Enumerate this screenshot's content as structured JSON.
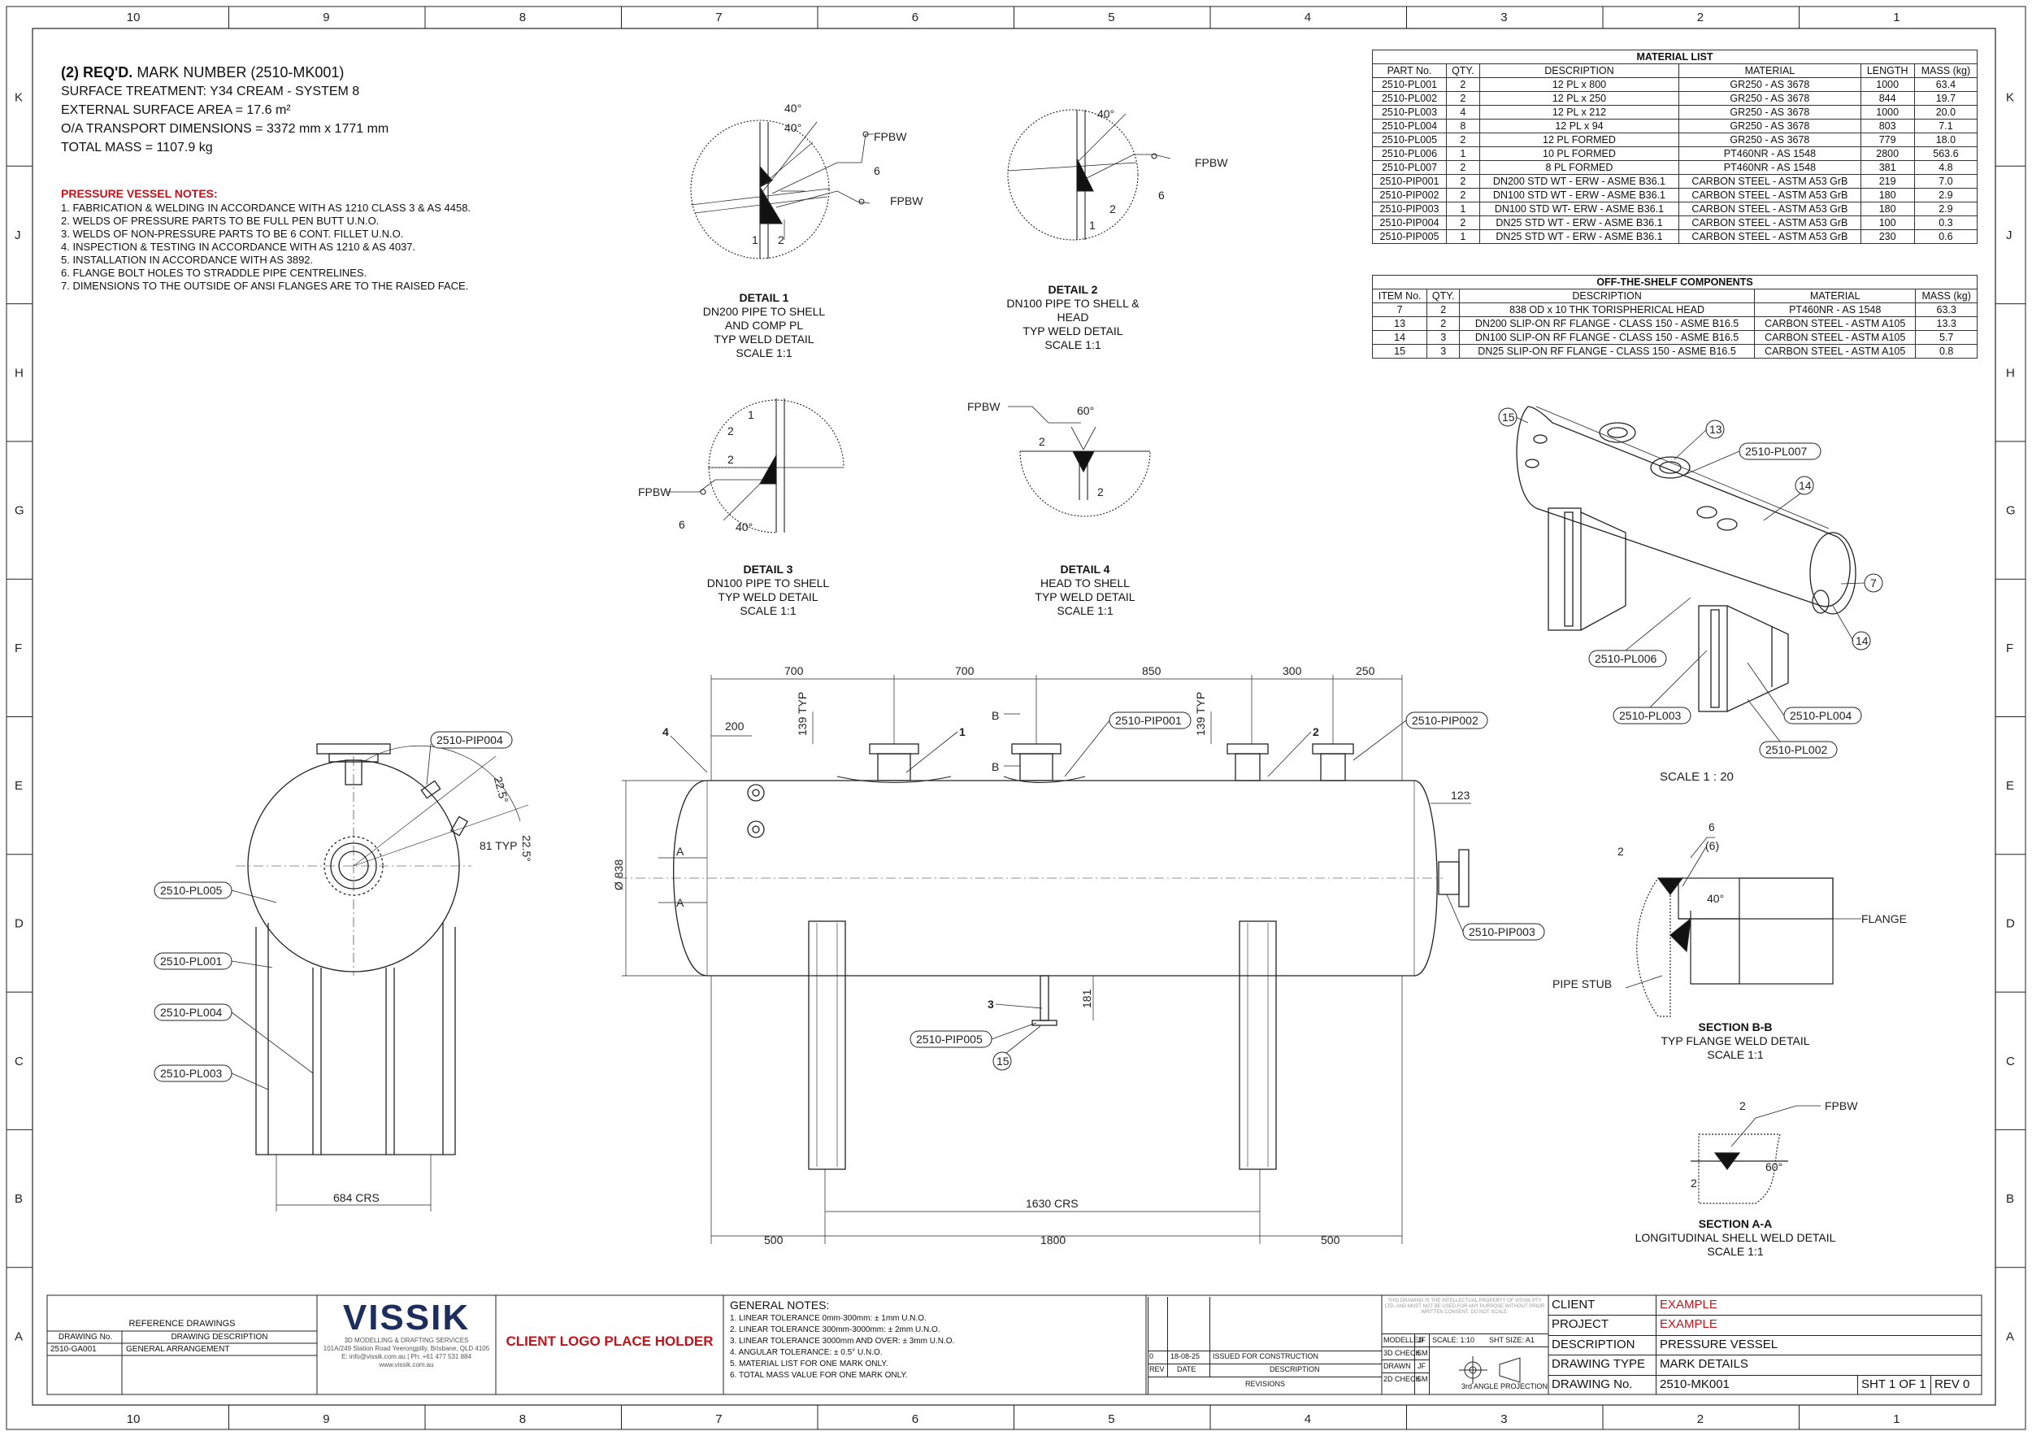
{
  "zone_cols": [
    "10",
    "9",
    "8",
    "7",
    "6",
    "5",
    "4",
    "3",
    "2",
    "1"
  ],
  "zone_rows": [
    "K",
    "J",
    "H",
    "G",
    "F",
    "E",
    "D",
    "C",
    "B",
    "A"
  ],
  "header": {
    "title_bold": "(2) REQ'D.",
    "title_rest": "MARK NUMBER (2510-MK001)",
    "lines": [
      "SURFACE TREATMENT: Y34 CREAM - SYSTEM 8",
      "EXTERNAL SURFACE AREA = 17.6 m²",
      "O/A TRANSPORT DIMENSIONS = 3372 mm x 1771 mm",
      "TOTAL MASS = 1107.9 kg"
    ]
  },
  "pv_notes": {
    "title": "PRESSURE VESSEL NOTES:",
    "items": [
      "1. FABRICATION & WELDING IN ACCORDANCE WITH AS 1210 CLASS 3 & AS 4458.",
      "2. WELDS OF PRESSURE PARTS TO BE FULL PEN BUTT U.N.O.",
      "3. WELDS OF NON-PRESSURE PARTS TO BE 6 CONT. FILLET U.N.O.",
      "4. INSPECTION & TESTING IN ACCORDANCE WITH AS 1210 & AS 4037.",
      "5. INSTALLATION IN ACCORDANCE WITH AS 3892.",
      "6. FLANGE BOLT HOLES TO STRADDLE PIPE CENTRELINES.",
      "7. DIMENSIONS TO THE OUTSIDE OF ANSI FLANGES ARE TO THE RAISED FACE."
    ]
  },
  "material_list": {
    "caption": "MATERIAL LIST",
    "headers": [
      "PART No.",
      "QTY.",
      "DESCRIPTION",
      "MATERIAL",
      "LENGTH",
      "MASS (kg)"
    ],
    "rows": [
      [
        "2510-PL001",
        "2",
        "12 PL x 800",
        "GR250 - AS 3678",
        "1000",
        "63.4"
      ],
      [
        "2510-PL002",
        "2",
        "12 PL x 250",
        "GR250 - AS 3678",
        "844",
        "19.7"
      ],
      [
        "2510-PL003",
        "4",
        "12 PL x 212",
        "GR250 - AS 3678",
        "1000",
        "20.0"
      ],
      [
        "2510-PL004",
        "8",
        "12 PL x 94",
        "GR250 - AS 3678",
        "803",
        "7.1"
      ],
      [
        "2510-PL005",
        "2",
        "12 PL FORMED",
        "GR250 - AS 3678",
        "779",
        "18.0"
      ],
      [
        "2510-PL006",
        "1",
        "10 PL FORMED",
        "PT460NR - AS 1548",
        "2800",
        "563.6"
      ],
      [
        "2510-PL007",
        "2",
        "8 PL FORMED",
        "PT460NR - AS 1548",
        "381",
        "4.8"
      ],
      [
        "2510-PIP001",
        "2",
        "DN200 STD WT - ERW - ASME B36.1",
        "CARBON STEEL - ASTM A53 GrB",
        "219",
        "7.0"
      ],
      [
        "2510-PIP002",
        "2",
        "DN100 STD WT - ERW - ASME B36.1",
        "CARBON STEEL - ASTM A53 GrB",
        "180",
        "2.9"
      ],
      [
        "2510-PIP003",
        "1",
        "DN100 STD WT- ERW - ASME B36.1",
        "CARBON STEEL - ASTM A53 GrB",
        "180",
        "2.9"
      ],
      [
        "2510-PIP004",
        "2",
        "DN25 STD WT - ERW - ASME B36.1",
        "CARBON STEEL - ASTM A53 GrB",
        "100",
        "0.3"
      ],
      [
        "2510-PIP005",
        "1",
        "DN25 STD WT - ERW - ASME B36.1",
        "CARBON STEEL - ASTM A53 GrB",
        "230",
        "0.6"
      ]
    ]
  },
  "ots": {
    "caption": "OFF-THE-SHELF COMPONENTS",
    "headers": [
      "ITEM No.",
      "QTY.",
      "DESCRIPTION",
      "MATERIAL",
      "MASS (kg)"
    ],
    "rows": [
      [
        "7",
        "2",
        "838 OD x 10 THK TORISPHERICAL HEAD",
        "PT460NR - AS 1548",
        "63.3"
      ],
      [
        "13",
        "2",
        "DN200 SLIP-ON RF FLANGE - CLASS 150 - ASME B16.5",
        "CARBON STEEL - ASTM A105",
        "13.3"
      ],
      [
        "14",
        "3",
        "DN100 SLIP-ON RF FLANGE - CLASS 150 - ASME B16.5",
        "CARBON STEEL - ASTM A105",
        "5.7"
      ],
      [
        "15",
        "3",
        "DN25 SLIP-ON RF FLANGE - CLASS 150 - ASME B16.5",
        "CARBON STEEL - ASTM A105",
        "0.8"
      ]
    ]
  },
  "details": [
    {
      "title": "DETAIL 1",
      "lines": [
        "DN200 PIPE TO SHELL AND COMP PL",
        "TYP WELD DETAIL",
        "SCALE 1:1"
      ]
    },
    {
      "title": "DETAIL 2",
      "lines": [
        "DN100 PIPE TO SHELL & HEAD",
        "TYP WELD DETAIL",
        "SCALE 1:1"
      ]
    },
    {
      "title": "DETAIL 3",
      "lines": [
        "DN100 PIPE TO SHELL",
        "TYP WELD DETAIL",
        "SCALE 1:1"
      ]
    },
    {
      "title": "DETAIL 4",
      "lines": [
        "HEAD TO SHELL",
        "TYP WELD DETAIL",
        "SCALE 1:1"
      ]
    }
  ],
  "sections": [
    {
      "title": "SECTION B-B",
      "lines": [
        "TYP FLANGE WELD DETAIL",
        "SCALE 1:1"
      ]
    },
    {
      "title": "SECTION A-A",
      "lines": [
        "LONGITUDINAL SHELL WELD DETAIL",
        "SCALE 1:1"
      ]
    }
  ],
  "weld_labels": {
    "fpbw": "FPBW",
    "flange": "FLANGE",
    "pipe_stub": "PIPE STUB",
    "a40": "40°",
    "a60": "60°",
    "a40b": "40°",
    "six": "6",
    "six_p": "(6)",
    "two": "2",
    "one": "1"
  },
  "iso": {
    "scale": "SCALE 1 : 20",
    "callouts": [
      "2510-PL007",
      "2510-PL006",
      "2510-PL003",
      "2510-PL004",
      "2510-PL002"
    ],
    "balloons": [
      "15",
      "13",
      "14",
      "7",
      "14"
    ]
  },
  "end_view": {
    "callouts": [
      "2510-PIP004",
      "2510-PL005",
      "2510-PL001",
      "2510-PL004",
      "2510-PL003"
    ],
    "dims": [
      "22.5°",
      "22.5°",
      "81 TYP",
      "684 CRS"
    ]
  },
  "side_view": {
    "top_dims": [
      "700",
      "700",
      "850",
      "300",
      "250"
    ],
    "dim_200": "200",
    "dim_139a": "139 TYP",
    "dim_139b": "139 TYP",
    "dim_123": "123",
    "dia": "Ø 838",
    "dim_181": "181",
    "dim_1630": "1630 CRS",
    "bottom_dims": [
      "500",
      "1800",
      "500"
    ],
    "callouts": [
      "2510-PIP001",
      "2510-PIP002",
      "2510-PIP003",
      "2510-PIP005"
    ],
    "marks": [
      "4",
      "1",
      "2",
      "3"
    ],
    "balloon": "15",
    "sec": [
      "A",
      "A",
      "B",
      "B"
    ]
  },
  "ref": {
    "title": "REFERENCE DRAWINGS",
    "h_no": "DRAWING No.",
    "h_desc": "DRAWING DESCRIPTION",
    "no": "2510-GA001",
    "desc": "GENERAL ARRANGEMENT"
  },
  "brand": {
    "name": "VISSIK",
    "sub": "3D MODELLING & DRAFTING SERVICES",
    "addr": "101A/249 Station Road Yeerongpilly, Brisbane, QLD 4105",
    "contact": "E: info@vissik.com.au | Ph: +61 477 531 884",
    "web": "www.vissik.com.au",
    "client_logo": "CLIENT LOGO PLACE HOLDER"
  },
  "general_notes": {
    "title": "GENERAL NOTES:",
    "items": [
      "1. LINEAR TOLERANCE 0mm-300mm: ± 1mm U.N.O.",
      "2. LINEAR TOLERANCE 300mm-3000mm: ± 2mm U.N.O.",
      "3. LINEAR TOLERANCE 3000mm AND OVER: ± 3mm U.N.O.",
      "4. ANGULAR TOLERANCE: ± 0.5° U.N.O.",
      "5. MATERIAL LIST FOR ONE MARK ONLY.",
      "6. TOTAL MASS VALUE FOR ONE MARK ONLY."
    ]
  },
  "revisions": {
    "row": [
      "0",
      "18-08-25",
      "ISSUED FOR CONSTRUCTION"
    ],
    "h": [
      "REV",
      "DATE",
      "DESCRIPTION"
    ],
    "caption": "REVISIONS"
  },
  "checks": {
    "disclaimer": "THIS DRAWING IS THE INTELLECTUAL PROPERTY OF VISSIK PTY LTD. AND MUST NOT BE USED FOR ANY PURPOSE WITHOUT PRIOR WRITTEN CONSENT. DO NOT SCALE.",
    "rows": [
      [
        "MODELLED",
        "JF"
      ],
      [
        "3D CHECK",
        "SM"
      ],
      [
        "DRAWN",
        "JF"
      ],
      [
        "2D CHECK",
        "SM"
      ]
    ],
    "scale": "SCALE: 1:10",
    "size": "SHT SIZE: A1",
    "projection": "3rd ANGLE PROJECTION"
  },
  "title_block": {
    "rows": [
      [
        "CLIENT",
        "EXAMPLE"
      ],
      [
        "PROJECT",
        "EXAMPLE"
      ],
      [
        "DESCRIPTION",
        "PRESSURE VESSEL"
      ],
      [
        "DRAWING TYPE",
        "MARK DETAILS"
      ],
      [
        "DRAWING No.",
        "2510-MK001"
      ]
    ],
    "sheet": "SHT 1 OF 1",
    "rev": "REV 0"
  },
  "colors": {
    "accent_red": "#c0141c",
    "brand_navy": "#1d2e5e",
    "line": "#222222"
  }
}
